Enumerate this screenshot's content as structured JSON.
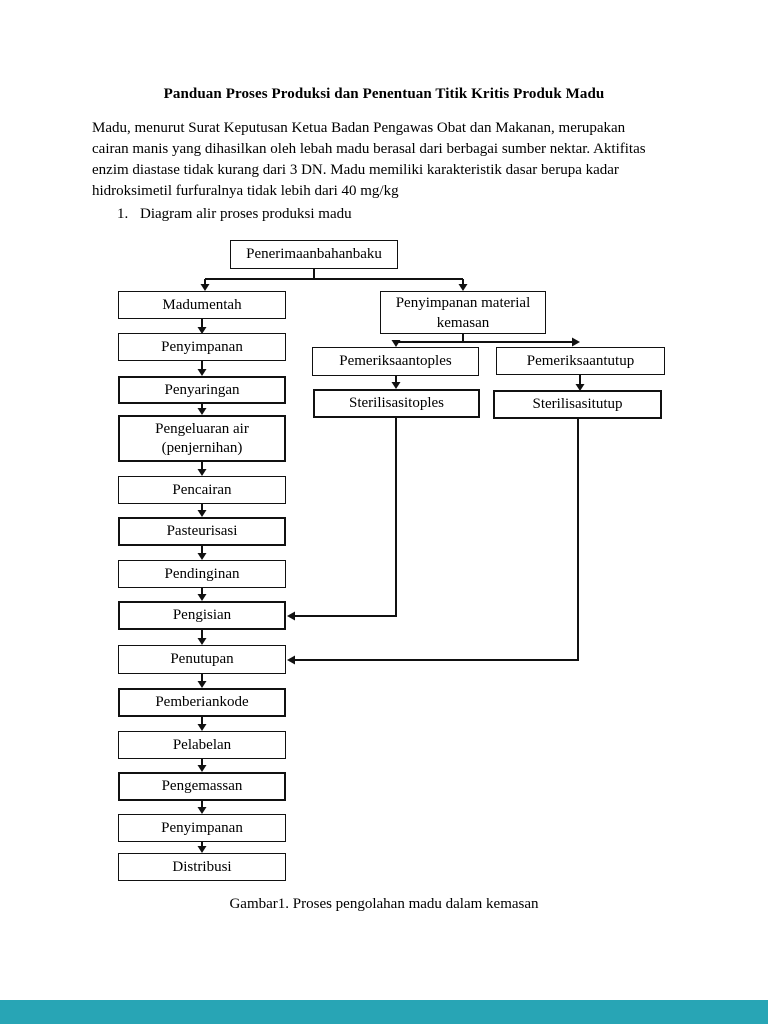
{
  "page": {
    "title": "Panduan Proses Produksi dan Penentuan Titik Kritis Produk Madu",
    "paragraph_lines": [
      "Madu, menurut Surat Keputusan Ketua Badan Pengawas Obat dan Makanan, merupakan",
      "cairan manis yang dihasilkan oleh lebah madu berasal dari berbagai sumber nektar. Aktifitas",
      "enzim diastase tidak kurang dari 3 DN. Madu memiliki karakteristik dasar berupa kadar",
      "hidroksimetil furfuralnya tidak lebih dari 40 mg/kg"
    ],
    "list_number": "1.",
    "list_title": "Diagram alir proses produksi madu",
    "caption": "Gambar1. Proses pengolahan madu dalam kemasan"
  },
  "flowchart": {
    "root": "Penerimaanbahanbaku",
    "left": [
      "Madumentah",
      "Penyimpanan",
      "Penyaringan",
      "Pengeluaran air (penjernihan)",
      "Pencairan",
      "Pasteurisasi",
      "Pendinginan",
      "Pengisian",
      "Penutupan",
      "Pemberiankode",
      "Pelabelan",
      "Pengemassan",
      "Penyimpanan",
      "Distribusi"
    ],
    "right_header": "Penyimpanan material kemasan",
    "toples_check": "Pemeriksaantoples",
    "toples_sterile": "Sterilisasitoples",
    "tutup_check": "Pemeriksaantutup",
    "tutup_sterile": "Sterilisasitutup"
  },
  "colors": {
    "ink": "#111111",
    "paper": "#ffffff",
    "footer_teal": "#28a5b5"
  }
}
